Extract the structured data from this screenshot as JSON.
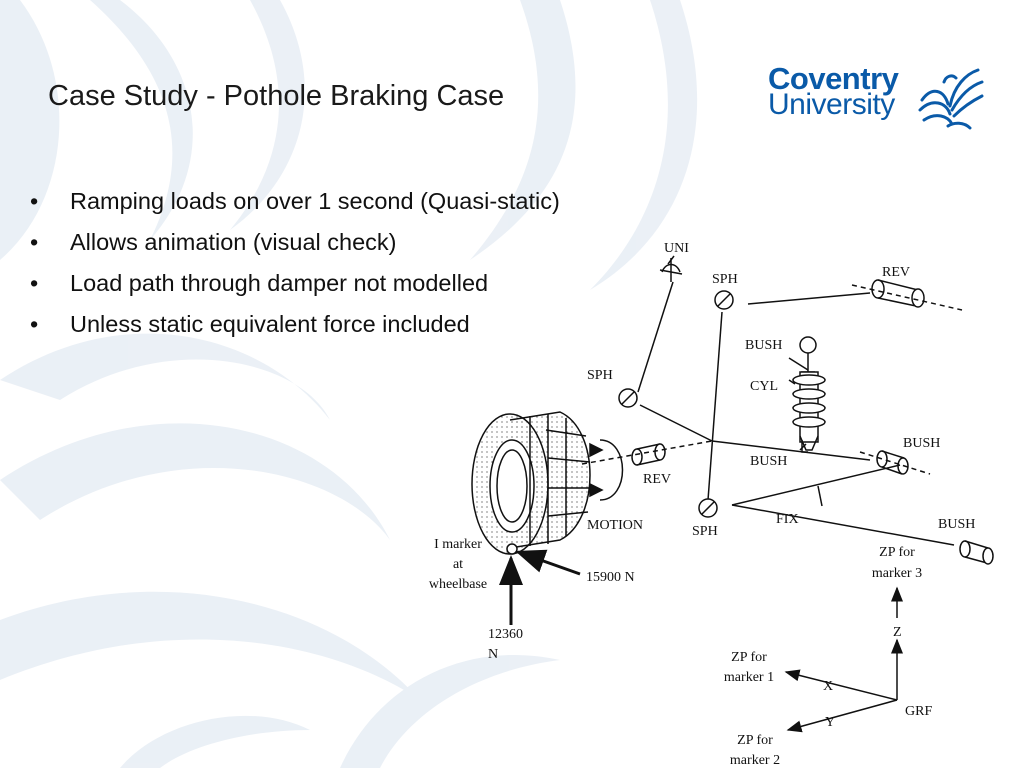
{
  "slide": {
    "title": "Case Study - Pothole Braking Case",
    "bullets": [
      "Ramping loads on over 1 second (Quasi-static)",
      "Allows animation (visual check)",
      "Load path through damper not modelled",
      "Unless static equivalent force included"
    ],
    "bullet_glyph": "•"
  },
  "logo": {
    "line1": "Coventry",
    "line2": "University",
    "brand_color": "#0a5aa8",
    "icon": "phoenix-icon"
  },
  "diagram": {
    "labels": {
      "uni": "UNI",
      "sph_top": "SPH",
      "rev_top": "REV",
      "bush_top": "BUSH",
      "cyl": "CYL",
      "sph_mid": "SPH",
      "bush_mid_left": "BUSH",
      "bush_mid_right": "BUSH",
      "rev_hub": "REV",
      "motion": "MOTION",
      "sph_bottom": "SPH",
      "fix": "FIX",
      "bush_bottom": "BUSH",
      "i_marker_1": "I marker",
      "i_marker_2": "at",
      "i_marker_3": "wheelbase",
      "force_lateral": "15900 N",
      "force_vertical_1": "12360",
      "force_vertical_2": "N",
      "zp3_1": "ZP for",
      "zp3_2": "marker 3",
      "axis_z": "Z",
      "zp1_1": "ZP for",
      "zp1_2": "marker 1",
      "axis_x": "X",
      "axis_y": "Y",
      "grf": "GRF",
      "zp2_1": "ZP for",
      "zp2_2": "marker 2"
    }
  }
}
